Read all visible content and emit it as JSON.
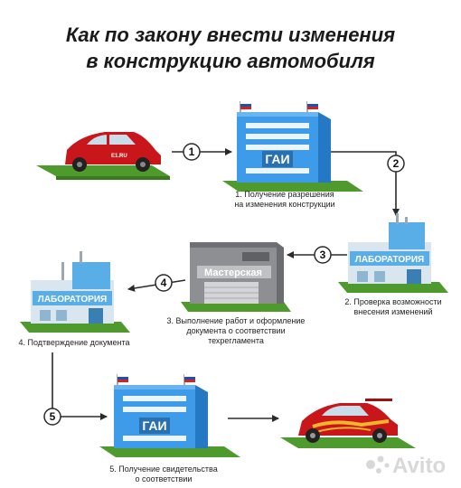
{
  "title": {
    "line1": "Как по закону внести изменения",
    "line2": "в конструкцию автомобиля"
  },
  "buildings": {
    "gai_sign": "ГАИ",
    "lab_sign": "ЛАБОРАТОРИЯ",
    "workshop_sign": "Мастерская"
  },
  "car_plate": "E1.RU",
  "steps": [
    {
      "num": "1",
      "caption_lines": [
        "1. Получение разрешения",
        "на изменения конструкции"
      ]
    },
    {
      "num": "2",
      "caption_lines": [
        "2. Проверка возможности",
        "внесения изменений"
      ]
    },
    {
      "num": "3",
      "caption_lines": [
        "3. Выполнение работ и оформление",
        "документа о соответствии",
        "техрегламента"
      ]
    },
    {
      "num": "4",
      "caption_lines": [
        "4. Подтверждение документа"
      ]
    },
    {
      "num": "5",
      "caption_lines": [
        "5. Получение свидетельства",
        "о соответствии"
      ]
    }
  ],
  "colors": {
    "building_blue": "#3d9be9",
    "lab_blue": "#5aaee8",
    "workshop_gray": "#8d8f92",
    "grass": "#4f9a2c",
    "car_red": "#c9161b",
    "flag_red": "#d32222",
    "flag_blue": "#1f4fb5"
  },
  "watermark": "Avito"
}
